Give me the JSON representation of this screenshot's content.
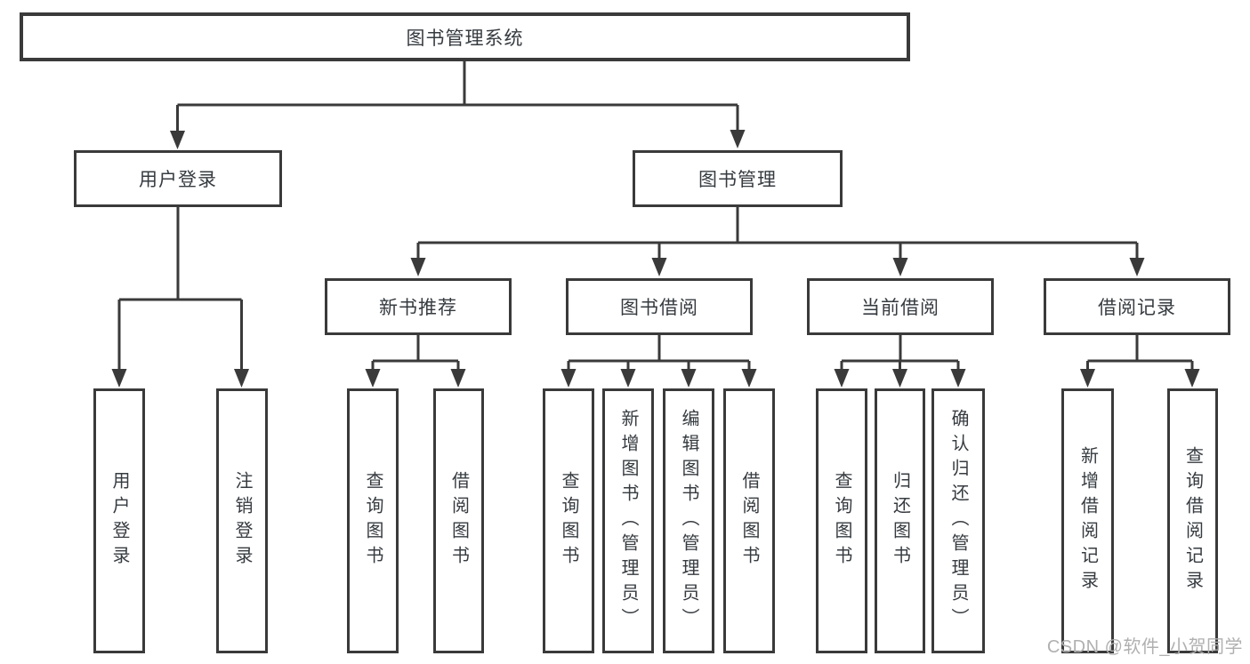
{
  "diagram": {
    "root": {
      "label": "图书管理系统",
      "children": [
        {
          "label": "用户登录",
          "children": [
            {
              "label": "用户登录"
            },
            {
              "label": "注销登录"
            }
          ]
        },
        {
          "label": "图书管理",
          "children": [
            {
              "label": "新书推荐",
              "children": [
                {
                  "label": "查询图书"
                },
                {
                  "label": "借阅图书"
                }
              ]
            },
            {
              "label": "图书借阅",
              "children": [
                {
                  "label": "查询图书"
                },
                {
                  "label": "新增图书（管理员）"
                },
                {
                  "label": "编辑图书（管理员）"
                },
                {
                  "label": "借阅图书"
                }
              ]
            },
            {
              "label": "当前借阅",
              "children": [
                {
                  "label": "查询图书"
                },
                {
                  "label": "归还图书"
                },
                {
                  "label": "确认归还（管理员）"
                }
              ]
            },
            {
              "label": "借阅记录",
              "children": [
                {
                  "label": "新增借阅记录"
                },
                {
                  "label": "查询借阅记录"
                }
              ]
            }
          ]
        }
      ]
    },
    "watermark": "CSDN @软件_小贺同学",
    "colors": {
      "line": "#3a3a3a",
      "text": "#363b40",
      "box_background": "#ffffff",
      "watermark": "#b0b0b0"
    }
  }
}
